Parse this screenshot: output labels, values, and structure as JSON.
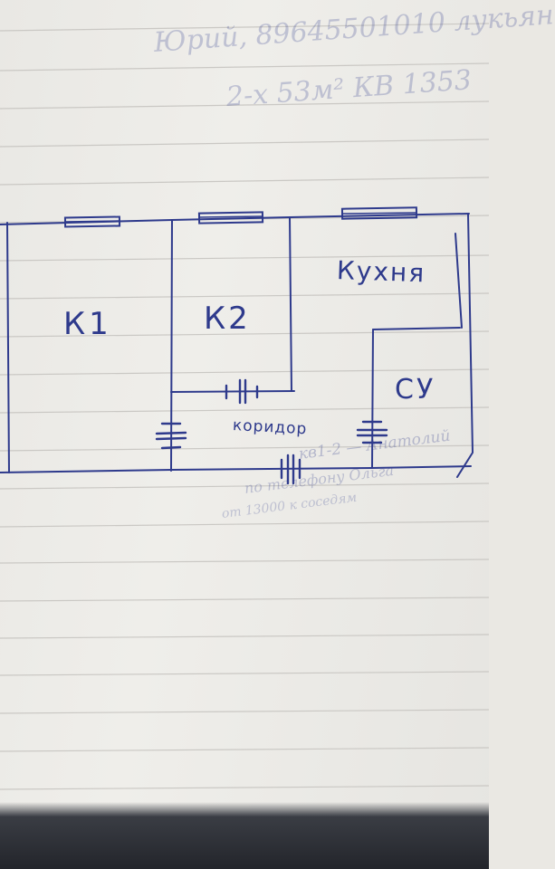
{
  "rooms": {
    "k1": "К1",
    "k2": "К2",
    "kitchen": "Кухня",
    "bathroom": "СУ",
    "corridor": "коридор"
  },
  "bleed_through": {
    "line1": "Юрий, 89645501010 лукьян",
    "line2": "2-х 53м² КВ 1353",
    "line3": "кв1-2 — Анатолий",
    "line4": "по телефону Ольга",
    "line5": "от 13000 к соседям"
  },
  "colors": {
    "ink": "#2e3a8c",
    "paper": "#eceae6",
    "rule": "#c9c7c4",
    "shadow": "#23252b"
  }
}
